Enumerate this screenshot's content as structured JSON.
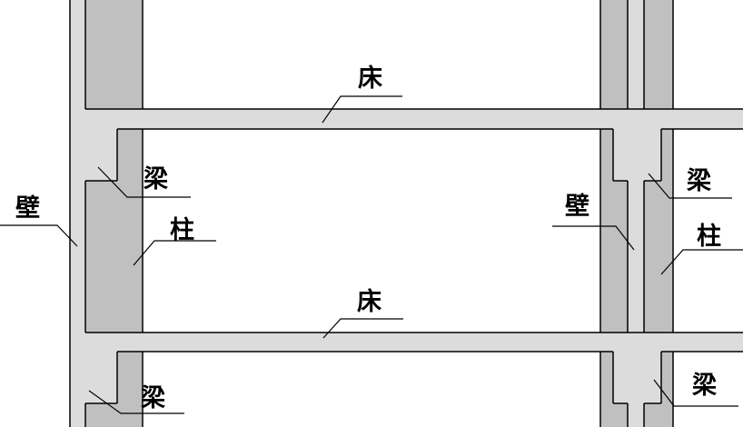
{
  "diagram": {
    "type": "building-structure-cross-section",
    "labels": {
      "floor": "床",
      "beam": "梁",
      "column": "柱",
      "wall": "壁"
    },
    "parts": [
      {
        "name": "floor-slab",
        "label": "床",
        "label_count": 2
      },
      {
        "name": "beam",
        "label": "梁",
        "label_count": 4
      },
      {
        "name": "column",
        "label": "柱",
        "label_count": 2
      },
      {
        "name": "wall",
        "label": "壁",
        "label_count": 2
      }
    ],
    "colors": {
      "member_dark": "#c0c0c0",
      "panel_light": "#dcdcdc",
      "outline": "#000000",
      "background": "#ffffff"
    }
  }
}
